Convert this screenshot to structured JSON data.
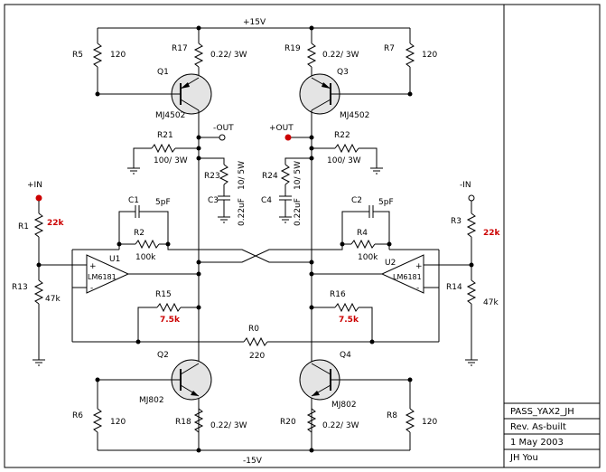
{
  "rails": {
    "pos": "+15V",
    "neg": "-15V"
  },
  "resistors": {
    "R5": {
      "ref": "R5",
      "value": "120"
    },
    "R7": {
      "ref": "R7",
      "value": "120"
    },
    "R6": {
      "ref": "R6",
      "value": "120"
    },
    "R8": {
      "ref": "R8",
      "value": "120"
    },
    "R17": {
      "ref": "R17",
      "value": "0.22/ 3W"
    },
    "R19": {
      "ref": "R19",
      "value": "0.22/ 3W"
    },
    "R18": {
      "ref": "R18",
      "value": "0.22/ 3W"
    },
    "R20": {
      "ref": "R20",
      "value": "0.22/ 3W"
    },
    "R21": {
      "ref": "R21",
      "value": "100/ 3W"
    },
    "R22": {
      "ref": "R22",
      "value": "100/ 3W"
    },
    "R23": {
      "ref": "R23",
      "value": "10/ 5W"
    },
    "R24": {
      "ref": "R24",
      "value": "10/ 5W"
    },
    "R1": {
      "ref": "R1",
      "value": "22k"
    },
    "R3": {
      "ref": "R3",
      "value": "22k"
    },
    "R13": {
      "ref": "R13",
      "value": "47k"
    },
    "R14": {
      "ref": "R14",
      "value": "47k"
    },
    "R2": {
      "ref": "R2",
      "value": "100k"
    },
    "R4": {
      "ref": "R4",
      "value": "100k"
    },
    "R15": {
      "ref": "R15",
      "value": "7.5k"
    },
    "R16": {
      "ref": "R16",
      "value": "7.5k"
    },
    "R0": {
      "ref": "R0",
      "value": "220"
    }
  },
  "capacitors": {
    "C1": {
      "ref": "C1",
      "value": "5pF"
    },
    "C2": {
      "ref": "C2",
      "value": "5pF"
    },
    "C3": {
      "ref": "C3",
      "value": "0.22uF"
    },
    "C4": {
      "ref": "C4",
      "value": "0.22uF"
    }
  },
  "transistors": {
    "Q1": {
      "ref": "Q1",
      "part": "MJ4502"
    },
    "Q3": {
      "ref": "Q3",
      "part": "MJ4502"
    },
    "Q2": {
      "ref": "Q2",
      "part": "MJ802"
    },
    "Q4": {
      "ref": "Q4",
      "part": "MJ802"
    }
  },
  "opamps": {
    "U1": {
      "ref": "U1",
      "part": "LM6181"
    },
    "U2": {
      "ref": "U2",
      "part": "LM6181"
    }
  },
  "ports": {
    "in_pos": "+IN",
    "in_neg": "-IN",
    "out_neg": "-OUT",
    "out_pos": "+OUT"
  },
  "pin_signs": {
    "plus": "+",
    "minus": "-"
  },
  "title_block": {
    "name": "PASS_YAX2_JH",
    "revision": "Rev. As-built",
    "date": "1 May 2003",
    "author": "JH You"
  },
  "colors": {
    "accent_red": "#cc0000",
    "transistor_fill": "#e4e4e4"
  }
}
